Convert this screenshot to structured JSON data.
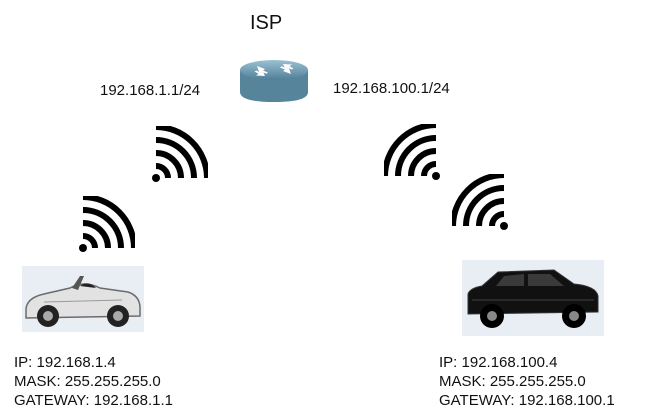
{
  "isp": {
    "label": "ISP"
  },
  "router": {
    "icon": "router-icon",
    "color": "#5f8fa6"
  },
  "left_network": {
    "interface_address": "192.168.1.1/24",
    "client": {
      "ip": "IP: 192.168.1.4",
      "mask": "MASK: 255.255.255.0",
      "gateway": "GATEWAY: 192.168.1.1"
    }
  },
  "right_network": {
    "interface_address": "192.168.100.1/24",
    "client": {
      "ip": "IP: 192.168.100.4",
      "mask": "MASK: 255.255.255.0",
      "gateway": "GATEWAY: 192.168.100.1"
    }
  },
  "colors": {
    "signal": "#000000",
    "car_left": "#d9d9d9",
    "car_right": "#111111"
  }
}
